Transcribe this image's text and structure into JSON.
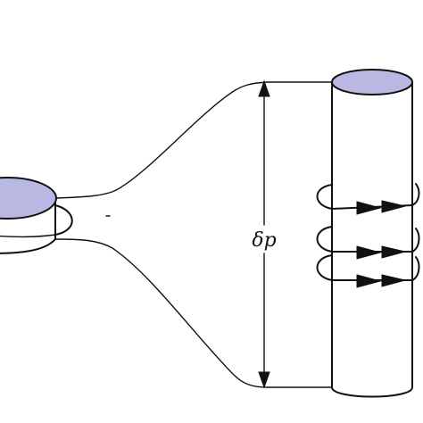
{
  "labels": {
    "delta_p": "δp"
  },
  "colors": {
    "top_face": "#b9b8e3",
    "ink": "#111111",
    "background": "#ffffff"
  },
  "structure": {
    "small_cylinder_loops": 1,
    "large_cylinder_loops": 3,
    "arrows_per_large_loop": 2
  }
}
